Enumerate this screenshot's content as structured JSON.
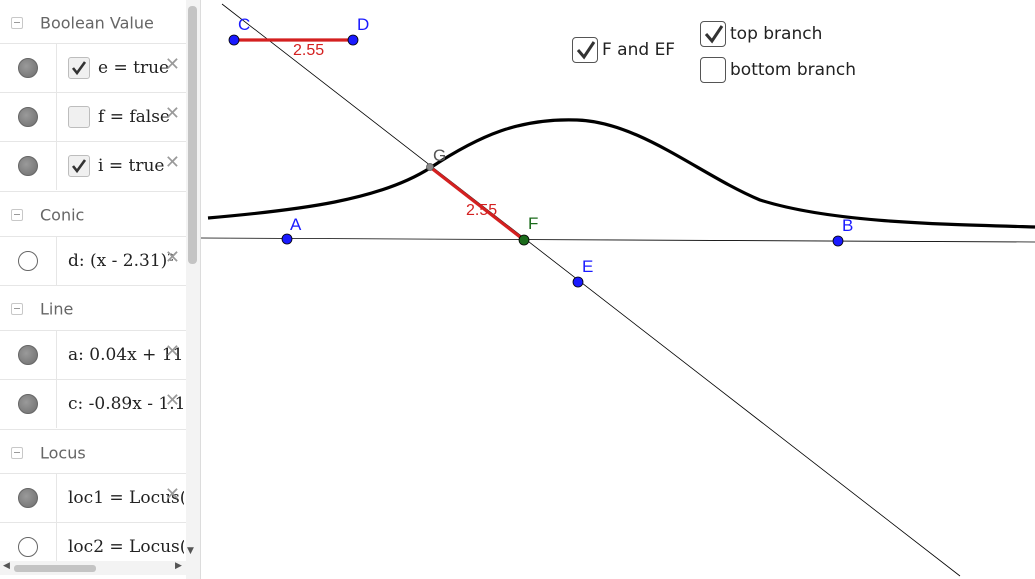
{
  "algebra": {
    "categories": {
      "boolean": "Boolean Value",
      "conic": "Conic",
      "line": "Line",
      "locus": "Locus"
    },
    "rows": {
      "e": {
        "expr": "e = true",
        "checked": true
      },
      "f": {
        "expr": "f = false",
        "checked": false
      },
      "i": {
        "expr": "i = true",
        "checked": true
      },
      "d": {
        "expr": "d: (x - 2.31)²"
      },
      "a": {
        "expr": "a: 0.04x + 11"
      },
      "c": {
        "expr": "c: -0.89x - 1.1"
      },
      "loc1": {
        "expr": "loc1 = Locus("
      },
      "loc2": {
        "expr": "loc2 = Locus("
      }
    },
    "close_symbol": "✕"
  },
  "graphics": {
    "checkboxes": {
      "f_and_ef": {
        "label": "F and EF",
        "checked": true
      },
      "top_branch": {
        "label": "top branch",
        "checked": true
      },
      "bottom_branch": {
        "label": "bottom branch",
        "checked": false
      }
    },
    "points": {
      "A": "A",
      "B": "B",
      "C": "C",
      "D": "D",
      "E": "E",
      "F": "F",
      "G": "G"
    },
    "segment_lengths": {
      "CD": "2.55",
      "GF": "2.55"
    },
    "colors": {
      "point_blue": "#1a1aff",
      "point_green": "#1b6b1b",
      "segment_red": "#d42020",
      "label_red": "#d42020",
      "curve": "#000000"
    }
  }
}
